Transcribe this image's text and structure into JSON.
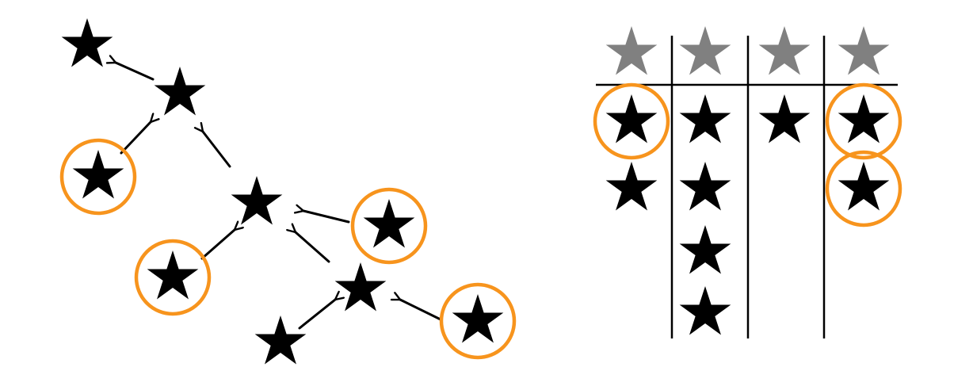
{
  "colors": {
    "star": "#000000",
    "header_star": "#808080",
    "highlight_ring": "#F7941D",
    "arrow": "#000000",
    "grid_line": "#000000",
    "background": "#FFFFFF"
  },
  "tree_diagram": {
    "nodes": [
      {
        "id": "root",
        "highlighted": false
      },
      {
        "id": "n1",
        "highlighted": false
      },
      {
        "id": "n2",
        "highlighted": true
      },
      {
        "id": "n3",
        "highlighted": false
      },
      {
        "id": "n4",
        "highlighted": true
      },
      {
        "id": "n5",
        "highlighted": true
      },
      {
        "id": "n6",
        "highlighted": false
      },
      {
        "id": "n7",
        "highlighted": false
      },
      {
        "id": "n8",
        "highlighted": true
      }
    ],
    "edges": [
      {
        "from": "n1",
        "to": "root"
      },
      {
        "from": "n2",
        "to": "n1"
      },
      {
        "from": "n3",
        "to": "n1"
      },
      {
        "from": "n4",
        "to": "n3"
      },
      {
        "from": "n5",
        "to": "n3"
      },
      {
        "from": "n6",
        "to": "n3"
      },
      {
        "from": "n7",
        "to": "n6"
      },
      {
        "from": "n8",
        "to": "n6"
      }
    ]
  },
  "column_table": {
    "columns": [
      {
        "header": "star",
        "cells": [
          {
            "highlighted": true
          },
          {
            "highlighted": false
          }
        ]
      },
      {
        "header": "star",
        "cells": [
          {
            "highlighted": false
          },
          {
            "highlighted": false
          },
          {
            "highlighted": false
          },
          {
            "highlighted": false
          }
        ]
      },
      {
        "header": "star",
        "cells": [
          {
            "highlighted": false
          }
        ]
      },
      {
        "header": "star",
        "cells": [
          {
            "highlighted": true
          },
          {
            "highlighted": true
          }
        ]
      }
    ]
  }
}
